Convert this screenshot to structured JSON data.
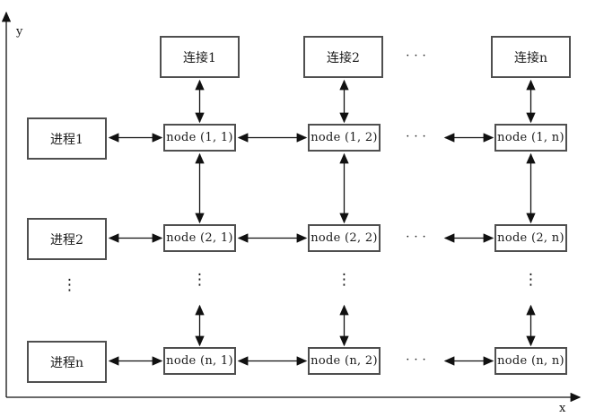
{
  "figure": {
    "axes": {
      "x_label": "x",
      "y_label": "y"
    },
    "colors": {
      "line": "#111111",
      "box_border": "#4f4f4f",
      "text": "#1a1a1a",
      "background": "#ffffff"
    },
    "connections": [
      {
        "label": "连接1"
      },
      {
        "label": "连接2"
      },
      {
        "label": "连接n"
      }
    ],
    "processes": [
      {
        "label": "进程1"
      },
      {
        "label": "进程2"
      },
      {
        "label": "进程n"
      }
    ],
    "node_rows": [
      {
        "cells": [
          {
            "label": "node (1, 1)"
          },
          {
            "label": "node (1, 2)"
          },
          {
            "label": "node (1, n)"
          }
        ]
      },
      {
        "cells": [
          {
            "label": "node (2, 1)"
          },
          {
            "label": "node (2, 2)"
          },
          {
            "label": "node (2, n)"
          }
        ]
      },
      {
        "cells": [
          {
            "label": "node (n, 1)"
          },
          {
            "label": "node (n, 2)"
          },
          {
            "label": "node (n, n)"
          }
        ]
      }
    ],
    "ellipsis": {
      "horizontal": "···",
      "vertical": "⋮"
    }
  }
}
